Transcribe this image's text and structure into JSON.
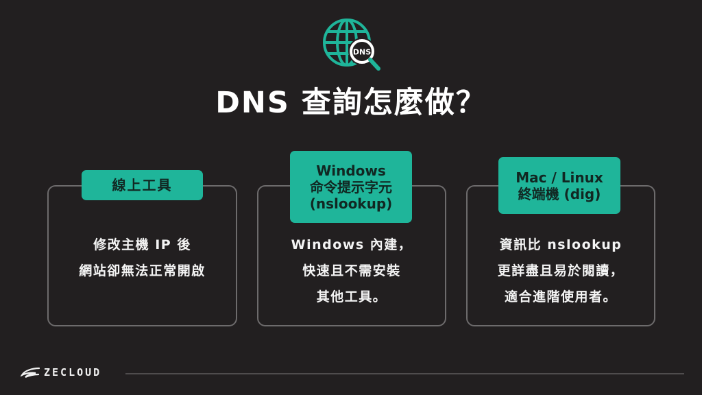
{
  "header": {
    "icon": "dns-globe-search-icon",
    "icon_text": "DNS",
    "title": "DNS 查詢怎麼做？"
  },
  "cards": [
    {
      "label_lines": [
        "線上工具"
      ],
      "body_lines": [
        "修改主機 IP 後",
        "網站卻無法正常開啟"
      ]
    },
    {
      "label_lines": [
        "Windows",
        "命令提示字元",
        "(nslookup)"
      ],
      "body_lines": [
        "Windows 內建，",
        "快速且不需安裝",
        "其他工具。"
      ]
    },
    {
      "label_lines": [
        "Mac / Linux",
        "終端機 (dig)"
      ],
      "body_lines": [
        "資訊比 nslookup",
        "更詳盡且易於閱讀，",
        "適合進階使用者。"
      ]
    }
  ],
  "footer": {
    "brand": "ZECLOUD"
  },
  "colors": {
    "background": "#221f20",
    "accent": "#1fb59a",
    "label_text": "#112722",
    "card_border": "#6d6b6c",
    "text": "#ffffff"
  }
}
